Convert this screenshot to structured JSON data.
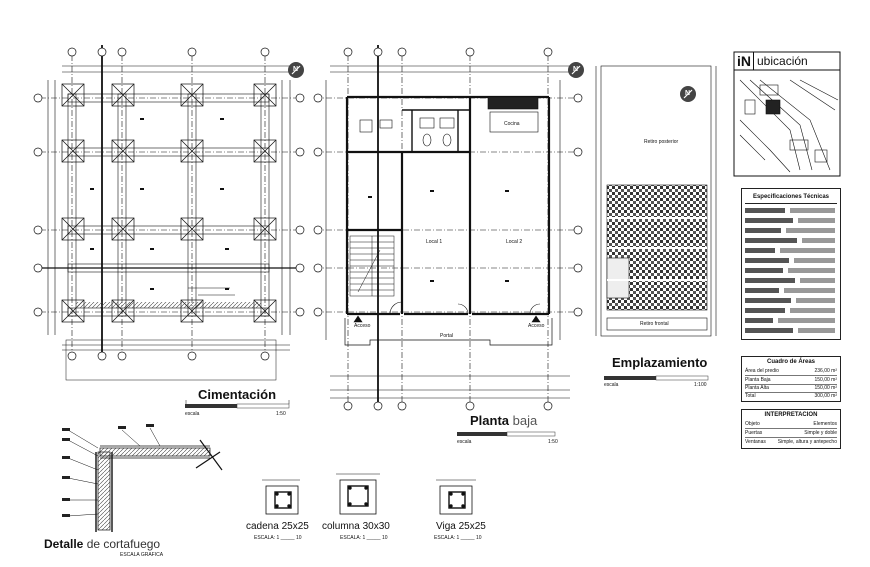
{
  "titles": {
    "cimentacion": "Cimentación",
    "planta_bold": "Planta",
    "planta_light": "baja",
    "emplazamiento": "Emplazamiento",
    "detalle_bold": "Detalle",
    "detalle_light": "de cortafuego",
    "escala_grafica": "ESCALA GRAFICA"
  },
  "scales": {
    "cimentacion": {
      "label": "escala",
      "ratio": "1:50"
    },
    "planta": {
      "label": "escala",
      "ratio": "1:50"
    },
    "emplazamiento": {
      "label": "escala",
      "ratio": "1:100"
    }
  },
  "details": [
    {
      "name": "cadena 25x25",
      "scale": "ESCALA: 1 _____ 10"
    },
    {
      "name": "columna 30x30",
      "scale": "ESCALA: 1 _____ 10"
    },
    {
      "name": "Viga 25x25",
      "scale": "ESCALA: 1 _____ 10"
    }
  ],
  "plan_labels": {
    "local1": "Local 1",
    "local2": "Local 2",
    "cocina": "Cocina",
    "acceso1": "Acceso",
    "acceso2": "Acceso",
    "portal": "Portal"
  },
  "site_labels": {
    "retiro_posterior": "Retiro posterior",
    "retiro_frontal": "Retiro frontal"
  },
  "ubicacion": {
    "logo": "iN",
    "title": "ubicación"
  },
  "specs": {
    "title": "Especificaciones Técnicas"
  },
  "areas": {
    "title": "Cuadro de Áreas",
    "rows": [
      {
        "label": "Área del predio",
        "value": "236,00 m²"
      },
      {
        "label": "Planta Baja",
        "value": "150,00 m²"
      },
      {
        "label": "Planta Alta",
        "value": "150,00 m²"
      },
      {
        "label": "Total",
        "value": "300,00 m²"
      }
    ]
  },
  "interpretacion": {
    "title": "INTERPRETACION",
    "col1": "Objeto",
    "col2": "Elementos",
    "rows": [
      {
        "label": "Puertas",
        "value": "Simple y doble"
      },
      {
        "label": "Ventanas",
        "value": "Simple, altura y antepecho"
      }
    ]
  },
  "north": "N"
}
